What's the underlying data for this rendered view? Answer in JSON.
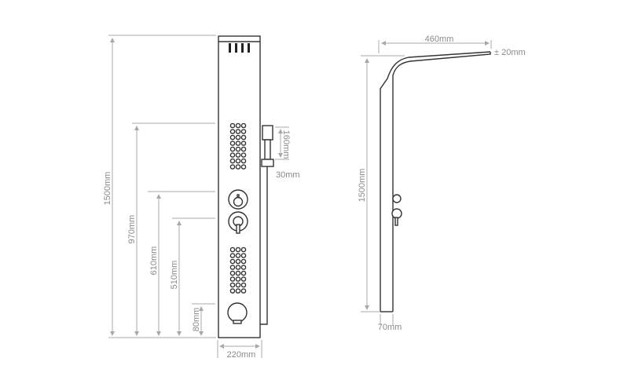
{
  "front_view": {
    "height_total": "1500mm",
    "height_upper_jets": "970mm",
    "height_thermostat": "610mm",
    "height_diverter": "510mm",
    "height_spout": "80mm",
    "hand_shower_length": "160mm",
    "bracket_size": "30mm",
    "width": "220mm"
  },
  "side_view": {
    "height": "1500mm",
    "reach": "460mm",
    "tolerance": "± 20mm",
    "depth": "70mm"
  }
}
